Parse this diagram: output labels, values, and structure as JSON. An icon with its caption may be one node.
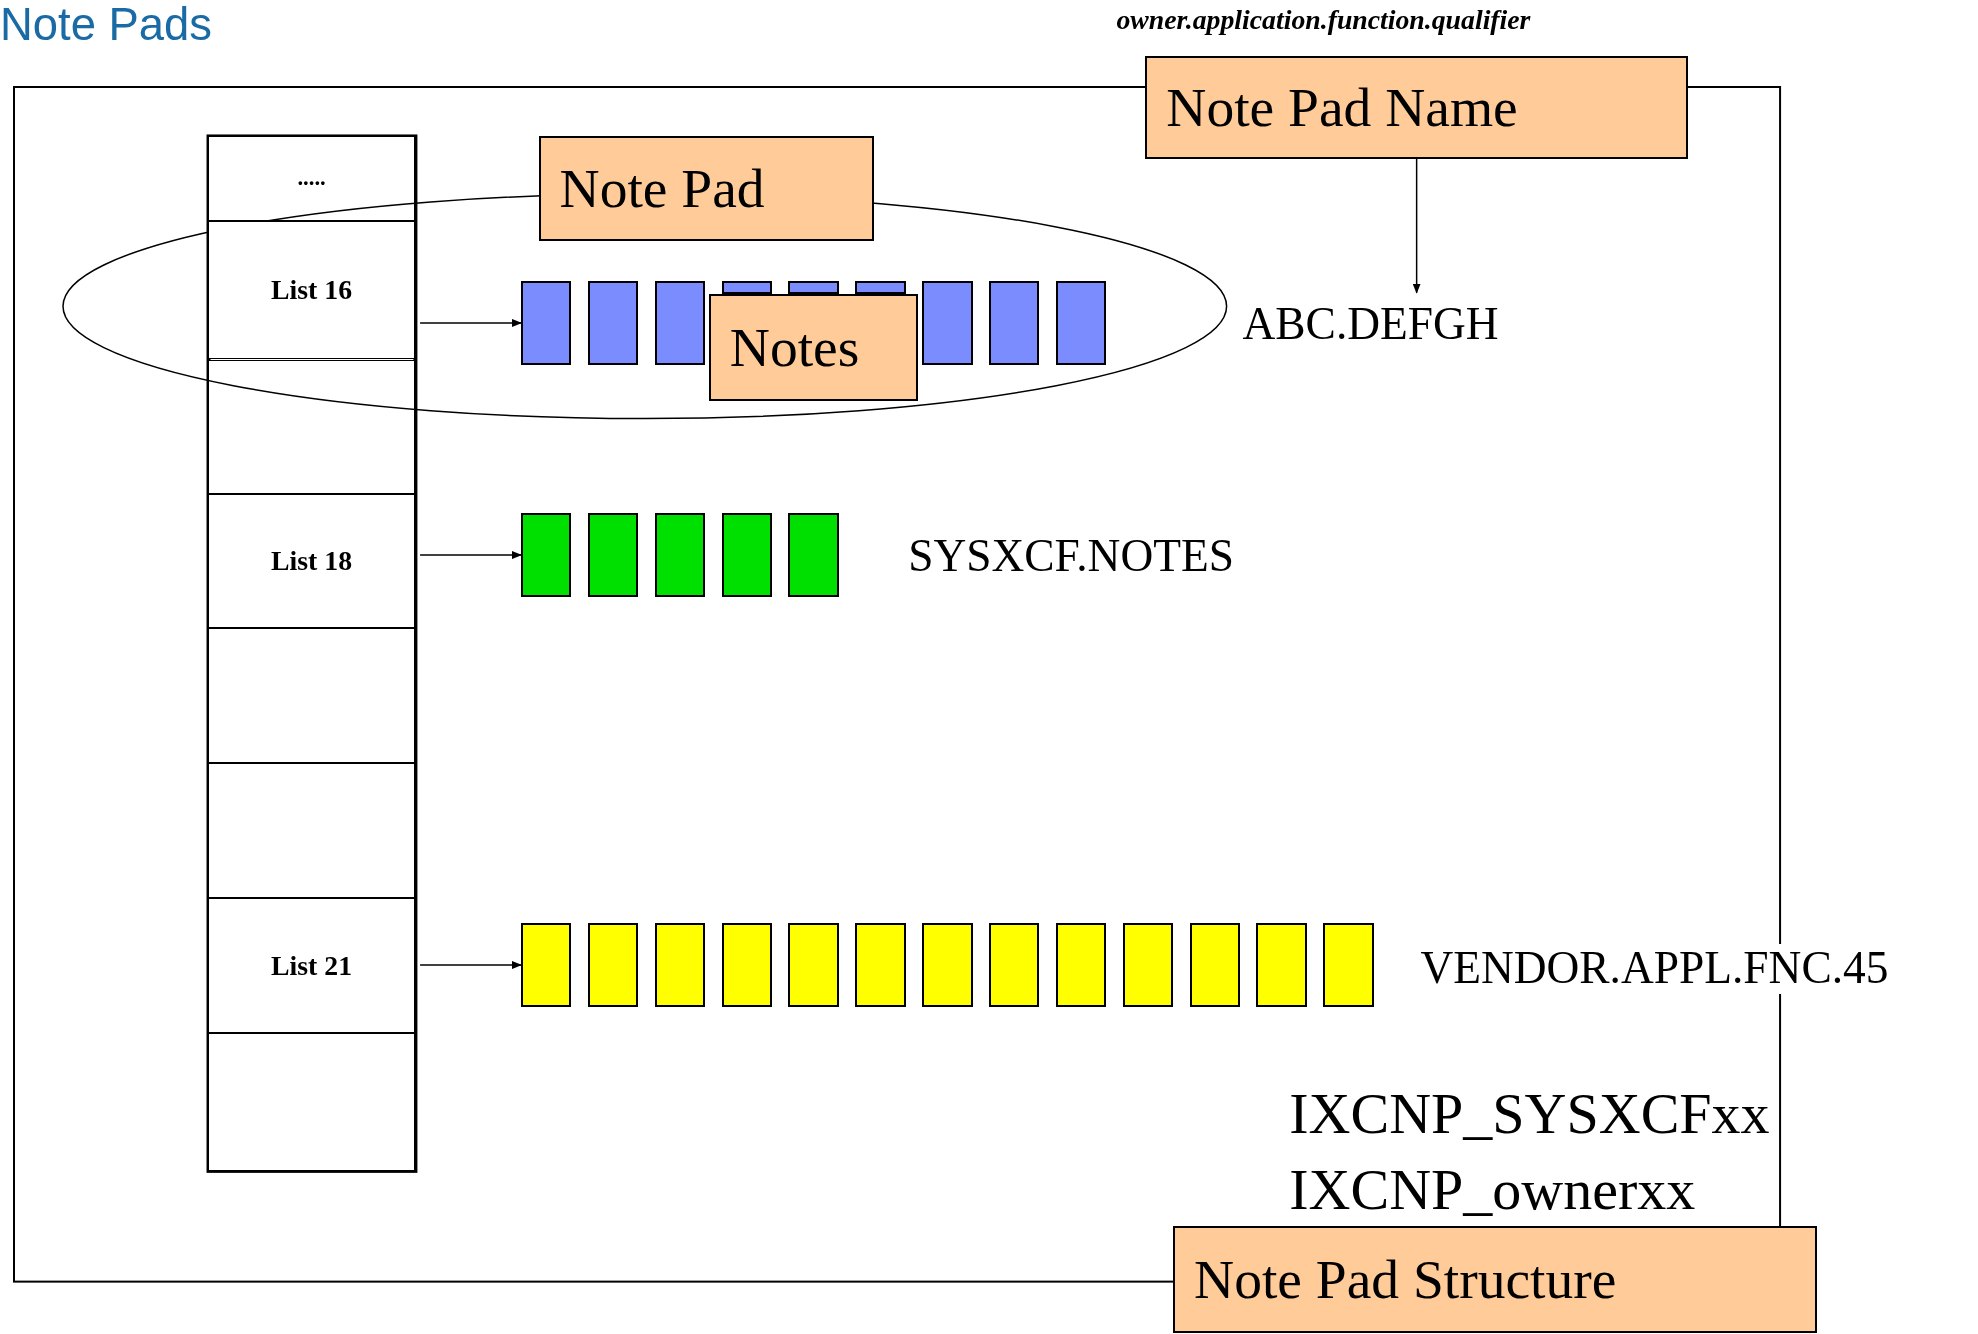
{
  "diagram": {
    "title": "Note Pads",
    "nodes": [
      {
        "text": [
          "Note Pad Structure"
        ]
      },
      {
        "text": [
          "Note Pad Name"
        ],
        "beside": [
          "owner.application.function.qualifier"
        ]
      },
      {
        "text": [
          "....."
        ],
        "in": 0
      },
      {
        "text": [
          "List 16"
        ],
        "in": 10
      },
      {
        "text": [],
        "shape": "box",
        "in": 0
      },
      {
        "text": [
          "List 18"
        ],
        "in": 0
      },
      {
        "text": [],
        "shape": "box",
        "in": 0
      },
      {
        "text": [],
        "shape": "box",
        "in": 0
      },
      {
        "text": [
          "List 21"
        ],
        "in": 0
      },
      {
        "text": [],
        "shape": "box",
        "in": 0
      },
      {
        "text": [
          "Note Pad"
        ],
        "in": 0
      },
      {
        "text": [],
        "shape": "box",
        "in": 10
      },
      {
        "text": [],
        "shape": "box",
        "in": 10
      },
      {
        "text": [],
        "shape": "box",
        "in": 10
      },
      {
        "text": [],
        "shape": "box",
        "in": 10
      },
      {
        "text": [],
        "shape": "box",
        "in": 10
      },
      {
        "text": [],
        "shape": "box",
        "in": 10
      },
      {
        "text": [],
        "shape": "box",
        "in": 10
      },
      {
        "text": [],
        "shape": "box",
        "in": 10
      },
      {
        "text": [],
        "shape": "box",
        "in": 10
      },
      {
        "text": [
          "Notes"
        ],
        "in": 10
      },
      {
        "text": [
          "ABC.DEFGH"
        ],
        "in": 0
      },
      {
        "text": [],
        "shape": "box",
        "in": 0
      },
      {
        "text": [],
        "shape": "box",
        "in": 0
      },
      {
        "text": [],
        "shape": "box",
        "in": 0
      },
      {
        "text": [],
        "shape": "box",
        "in": 0
      },
      {
        "text": [],
        "shape": "box",
        "in": 0
      },
      {
        "text": [],
        "shape": "box",
        "in": 0
      },
      {
        "text": [],
        "shape": "box",
        "in": 0
      },
      {
        "text": [],
        "shape": "box",
        "in": 0
      },
      {
        "text": [],
        "shape": "box",
        "in": 0
      },
      {
        "text": [],
        "shape": "box",
        "in": 0
      },
      {
        "text": [],
        "shape": "box",
        "in": 0
      },
      {
        "text": [],
        "shape": "box",
        "in": 0
      },
      {
        "text": [],
        "shape": "box",
        "in": 0
      },
      {
        "text": [],
        "shape": "box",
        "in": 0
      },
      {
        "text": [],
        "shape": "box",
        "in": 0
      },
      {
        "text": [],
        "shape": "box",
        "in": 0
      },
      {
        "text": [],
        "shape": "box",
        "in": 0
      },
      {
        "text": [],
        "shape": "box",
        "in": 0
      }
    ],
    "edges": [
      {
        "from": 3,
        "to": 11,
        "arrow": "to"
      },
      {
        "from": 5,
        "to": 22,
        "arrow": "to"
      },
      {
        "from": 8,
        "to": 27,
        "arrow": "to"
      },
      {
        "from": 1,
        "to": 21,
        "arrow": "to"
      }
    ],
    "labels": [
      "SYSXCF.NOTES",
      "VENDOR.APPL.FNC.45",
      "IXCNP_SYSXCFxx",
      "IXCNP_ownerxx"
    ]
  }
}
